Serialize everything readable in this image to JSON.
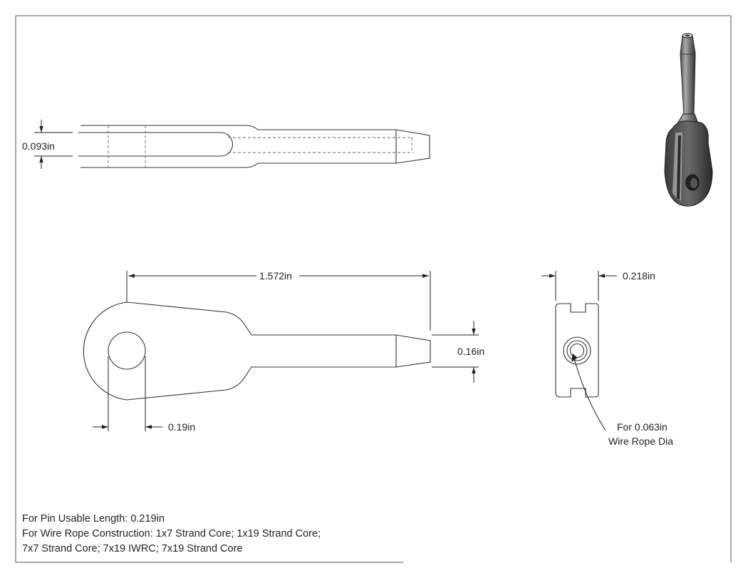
{
  "dimensions": {
    "slot_width": "0.093in",
    "overall_length": "1.572in",
    "shank_diameter": "0.16in",
    "pin_hole": "0.19in",
    "jaw_width": "0.218in"
  },
  "callout": {
    "line1": "For 0.063in",
    "line2": "Wire Rope Dia"
  },
  "notes": {
    "pin_length": "For Pin Usable Length: 0.219in",
    "construction_line1": "For Wire Rope Construction: 1x7 Strand Core; 1x19 Strand Core;",
    "construction_line2": "7x7 Strand Core; 7x19 IWRC; 7x19 Strand Core"
  },
  "icons": {
    "isometric_view": "fork-terminal-isometric-icon"
  }
}
